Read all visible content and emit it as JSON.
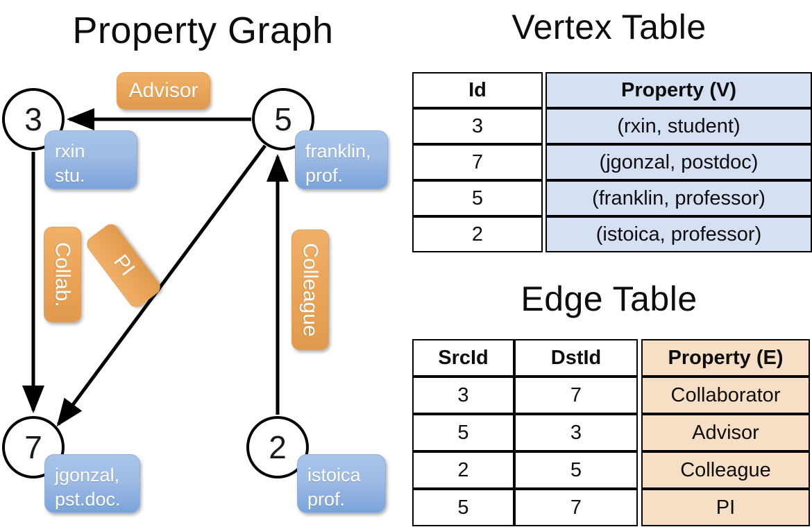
{
  "titles": {
    "graph": "Property Graph",
    "vertex_table": "Vertex Table",
    "edge_table": "Edge Table"
  },
  "colors": {
    "vertex_property_fill": "#d5e0f2",
    "edge_property_fill": "#f6dfc4",
    "node_callout_blue": "#9dbbe4",
    "edge_label_orange": "#eaa559",
    "stroke": "#000000",
    "background": "#ffffff"
  },
  "graph": {
    "nodes": [
      {
        "id": "3",
        "label": "3",
        "property_line1": "rxin",
        "property_line2": "stu."
      },
      {
        "id": "5",
        "label": "5",
        "property_line1": "franklin,",
        "property_line2": "prof."
      },
      {
        "id": "7",
        "label": "7",
        "property_line1": "jgonzal,",
        "property_line2": "pst.doc."
      },
      {
        "id": "2",
        "label": "2",
        "property_line1": "istoica",
        "property_line2": "prof."
      }
    ],
    "edge_labels": [
      {
        "name": "advisor",
        "text": "Advisor",
        "orientation": "horizontal"
      },
      {
        "name": "collab",
        "text": "Collab.",
        "orientation": "vertical"
      },
      {
        "name": "pi",
        "text": "PI",
        "orientation": "diagonal"
      },
      {
        "name": "colleague",
        "text": "Colleague",
        "orientation": "vertical"
      }
    ]
  },
  "vertex_table": {
    "headers": [
      "Id",
      "Property (V)"
    ],
    "rows": [
      {
        "id": "3",
        "property": "(rxin, student)"
      },
      {
        "id": "7",
        "property": "(jgonzal, postdoc)"
      },
      {
        "id": "5",
        "property": "(franklin, professor)"
      },
      {
        "id": "2",
        "property": "(istoica, professor)"
      }
    ]
  },
  "edge_table": {
    "headers": [
      "SrcId",
      "DstId",
      "Property (E)"
    ],
    "rows": [
      {
        "src": "3",
        "dst": "7",
        "property": "Collaborator"
      },
      {
        "src": "5",
        "dst": "3",
        "property": "Advisor"
      },
      {
        "src": "2",
        "dst": "5",
        "property": "Colleague"
      },
      {
        "src": "5",
        "dst": "7",
        "property": "PI"
      }
    ]
  }
}
